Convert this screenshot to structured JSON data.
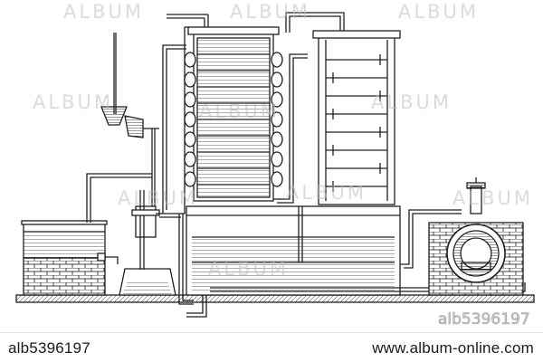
{
  "watermark": {
    "text": "ALBUM",
    "image_id_overlay": "alb5396197"
  },
  "footer": {
    "image_id": "alb5396197",
    "site_url": "www.album-online.com"
  },
  "colors": {
    "ink": "#1f1f1f",
    "paper": "#ffffff",
    "watermark": "#bdbdbd"
  }
}
